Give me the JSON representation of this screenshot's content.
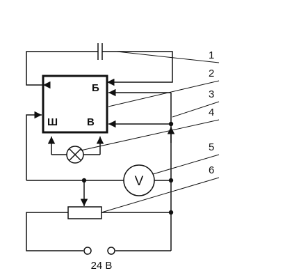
{
  "callouts": [
    "1",
    "2",
    "3",
    "4",
    "5",
    "6"
  ],
  "device_terminals": {
    "b": "Б",
    "sh": "Ш",
    "v": "В"
  },
  "voltmeter_symbol": "V",
  "supply_label": "24 В"
}
